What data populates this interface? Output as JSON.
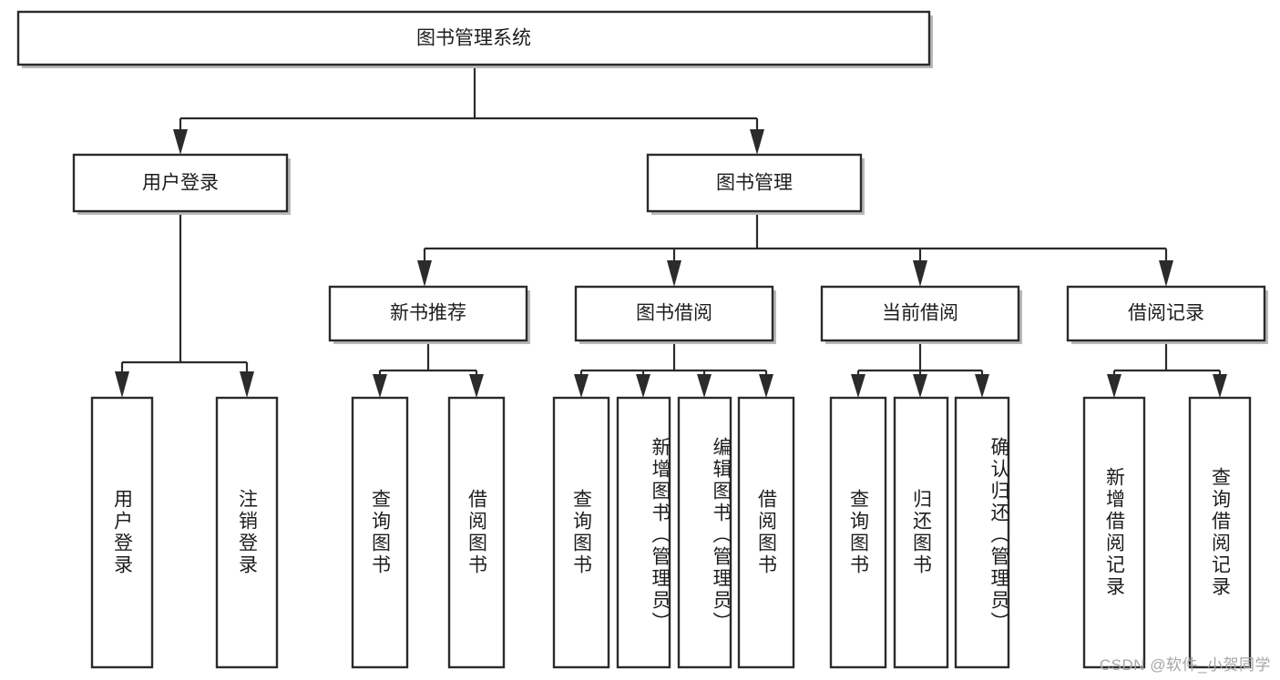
{
  "diagram": {
    "type": "tree-hierarchy",
    "title": "图书管理系统",
    "watermark": "CSDN @软件_小贺同学",
    "orientation": "top-down",
    "levels": 4,
    "nodes": {
      "root": {
        "label": "图书管理系统",
        "level": 0
      },
      "l1": [
        {
          "id": "user-login",
          "label": "用户登录",
          "level": 1
        },
        {
          "id": "book-manage",
          "label": "图书管理",
          "level": 1
        }
      ],
      "l2": [
        {
          "id": "new-book-rec",
          "label": "新书推荐",
          "level": 2,
          "parent": "book-manage"
        },
        {
          "id": "book-borrow",
          "label": "图书借阅",
          "level": 2,
          "parent": "book-manage"
        },
        {
          "id": "current-borrow",
          "label": "当前借阅",
          "level": 2,
          "parent": "book-manage"
        },
        {
          "id": "borrow-record",
          "label": "借阅记录",
          "level": 2,
          "parent": "book-manage"
        }
      ],
      "leaves": [
        {
          "id": "leaf-user-login",
          "label": "用户登录",
          "parent": "user-login"
        },
        {
          "id": "leaf-logout-login",
          "label": "注销登录",
          "parent": "user-login"
        },
        {
          "id": "leaf-query-book-1",
          "label": "查询图书",
          "parent": "new-book-rec"
        },
        {
          "id": "leaf-borrow-book-1",
          "label": "借阅图书",
          "parent": "new-book-rec"
        },
        {
          "id": "leaf-query-book-2",
          "label": "查询图书",
          "parent": "book-borrow"
        },
        {
          "id": "leaf-add-book",
          "label": "新增图书（管理员）",
          "parent": "book-borrow"
        },
        {
          "id": "leaf-edit-book",
          "label": "编辑图书（管理员）",
          "parent": "book-borrow"
        },
        {
          "id": "leaf-borrow-book-2",
          "label": "借阅图书",
          "parent": "book-borrow"
        },
        {
          "id": "leaf-query-book-3",
          "label": "查询图书",
          "parent": "current-borrow"
        },
        {
          "id": "leaf-return-book",
          "label": "归还图书",
          "parent": "current-borrow"
        },
        {
          "id": "leaf-confirm-return",
          "label": "确认归还（管理员）",
          "parent": "current-borrow"
        },
        {
          "id": "leaf-add-record",
          "label": "新增借阅记录",
          "parent": "borrow-record"
        },
        {
          "id": "leaf-query-record",
          "label": "查询借阅记录",
          "parent": "borrow-record"
        }
      ]
    },
    "colors": {
      "box_fill": "#ffffff",
      "box_stroke": "#2b2b2b",
      "text": "#1d1d1d",
      "shadow": "#b9b9b9",
      "watermark": "#a6a6a6",
      "background": "#ffffff"
    }
  }
}
